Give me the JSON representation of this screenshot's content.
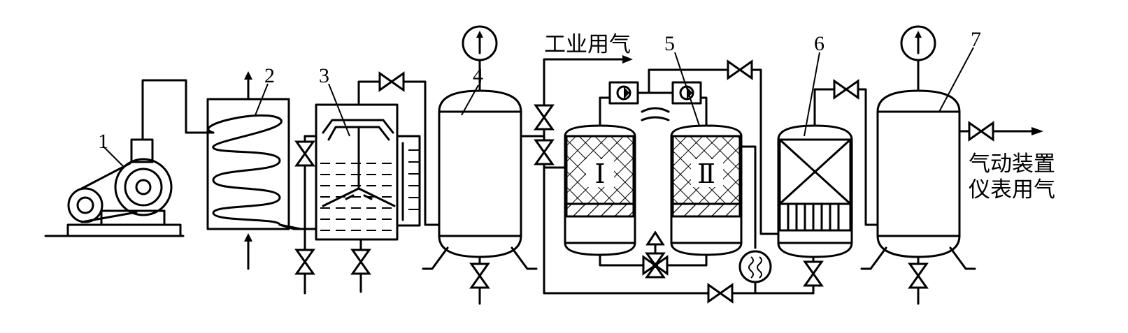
{
  "labels": {
    "n1": "1",
    "n2": "2",
    "n3": "3",
    "n4": "4",
    "n5": "5",
    "n6": "6",
    "n7": "7",
    "industrial_air": "工业用气",
    "pneumatic_line1": "气动装置",
    "pneumatic_line2": "仪表用气",
    "dryer_a": "Ⅰ",
    "dryer_b": "Ⅱ"
  }
}
